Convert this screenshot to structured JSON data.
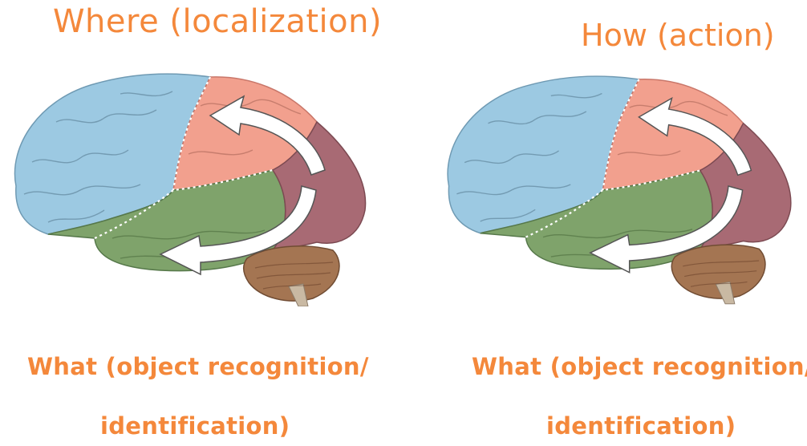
{
  "left_panel": {
    "title": "Where (localization)",
    "what_line1": "What (object recognition/",
    "what_line2": "identification)"
  },
  "right_panel": {
    "title": "How (action)",
    "what_line1": "What (object recognition/",
    "what_line2": "identification)"
  },
  "colors": {
    "label_orange": "#f4883b",
    "frontal_blue": "#9cc9e2",
    "parietal_salmon": "#f2a08e",
    "temporal_green": "#7fa36b",
    "occipital_mauve": "#a86a74",
    "cerebellum_brown": "#a47552",
    "arrow_white": "#ffffff"
  },
  "icons": {
    "brain": "brain-lateral-view",
    "arrow": "curved-arrow"
  }
}
